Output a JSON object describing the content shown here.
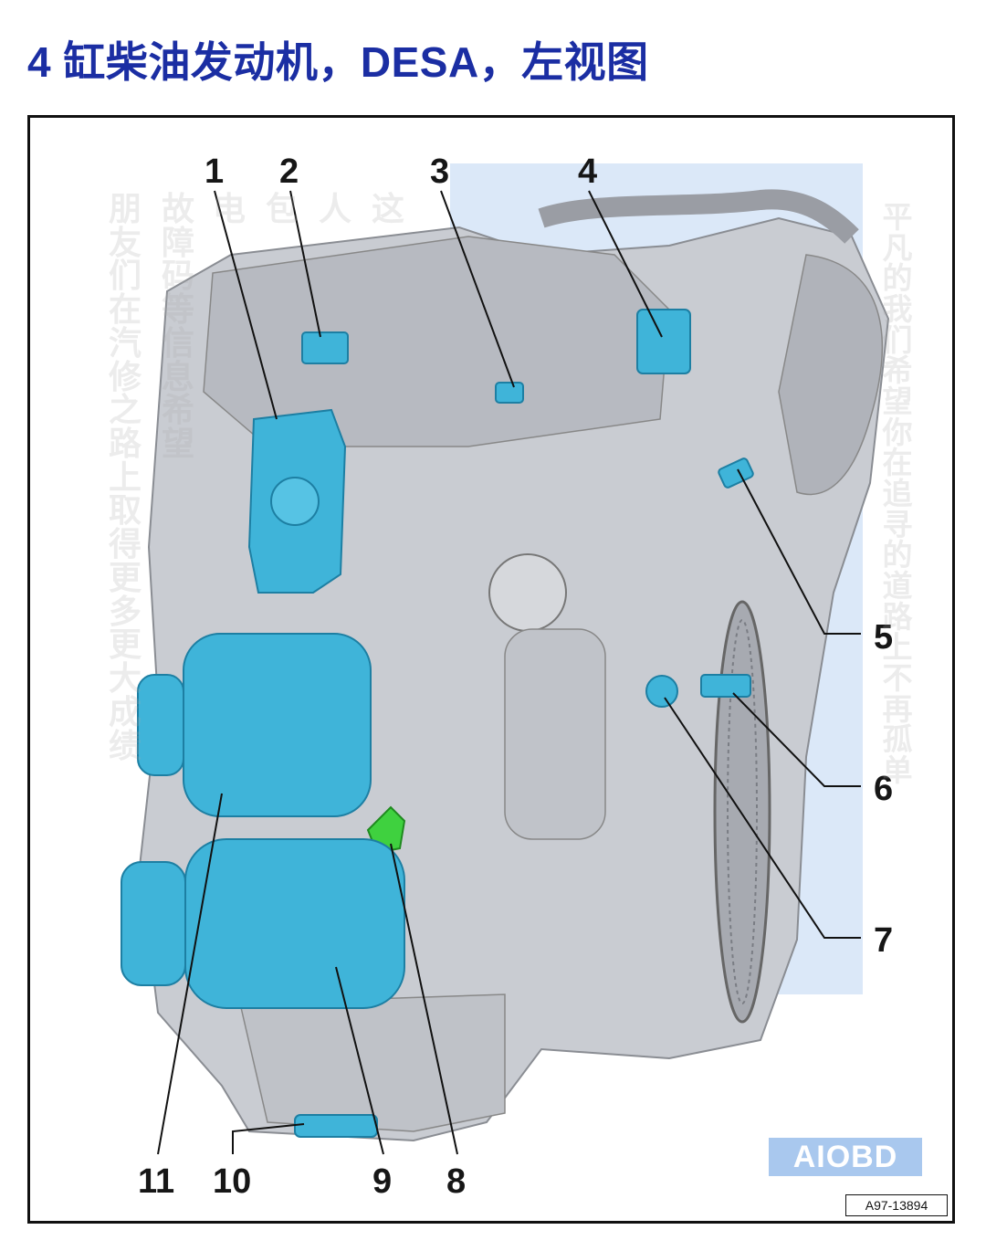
{
  "title": "4 缸柴油发动机，DESA，左视图",
  "callouts": [
    {
      "id": "1",
      "label": "1"
    },
    {
      "id": "2",
      "label": "2"
    },
    {
      "id": "3",
      "label": "3"
    },
    {
      "id": "4",
      "label": "4"
    },
    {
      "id": "5",
      "label": "5"
    },
    {
      "id": "6",
      "label": "6"
    },
    {
      "id": "7",
      "label": "7"
    },
    {
      "id": "8",
      "label": "8"
    },
    {
      "id": "9",
      "label": "9"
    },
    {
      "id": "10",
      "label": "10"
    },
    {
      "id": "11",
      "label": "11"
    }
  ],
  "watermark": {
    "brand": "AIOBD",
    "text_left_columns": [
      "朋友们在汽修之路上取得更多更大成绩",
      "故障码等信息希望",
      "电",
      "包",
      "人",
      "这"
    ],
    "text_right_column": "平凡的我们希望你在追寻的道路上不再孤单"
  },
  "figure_ref": "A97-13894",
  "colors": {
    "title": "#1b2ea3",
    "component_highlight": "#3fb4d9",
    "sensor_green": "#3fd13f",
    "engine_gray": "#c9ccd2",
    "overlay_blue": "#a9c8ee"
  }
}
